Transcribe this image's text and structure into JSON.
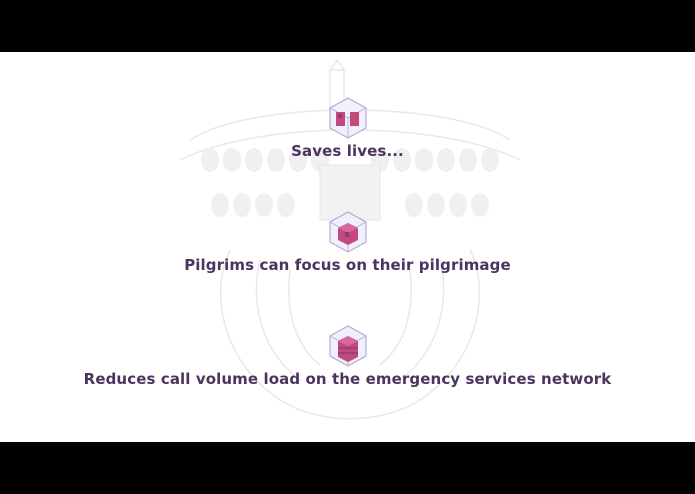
{
  "colors": {
    "bars": "#000000",
    "background": "#ffffff",
    "text": "#4a3560",
    "icon_frame": "#b9a9d6",
    "icon_fill": "#c2497a",
    "icon_dark": "#8e3a7a",
    "sketch": "#d9d9d9"
  },
  "items": [
    {
      "icon": "cube-icon-1",
      "label": "Saves lives..."
    },
    {
      "icon": "cube-icon-2",
      "label": "Pilgrims can focus on their pilgrimage"
    },
    {
      "icon": "cube-icon-3",
      "label": "Reduces call volume load on the emergency services network"
    }
  ]
}
